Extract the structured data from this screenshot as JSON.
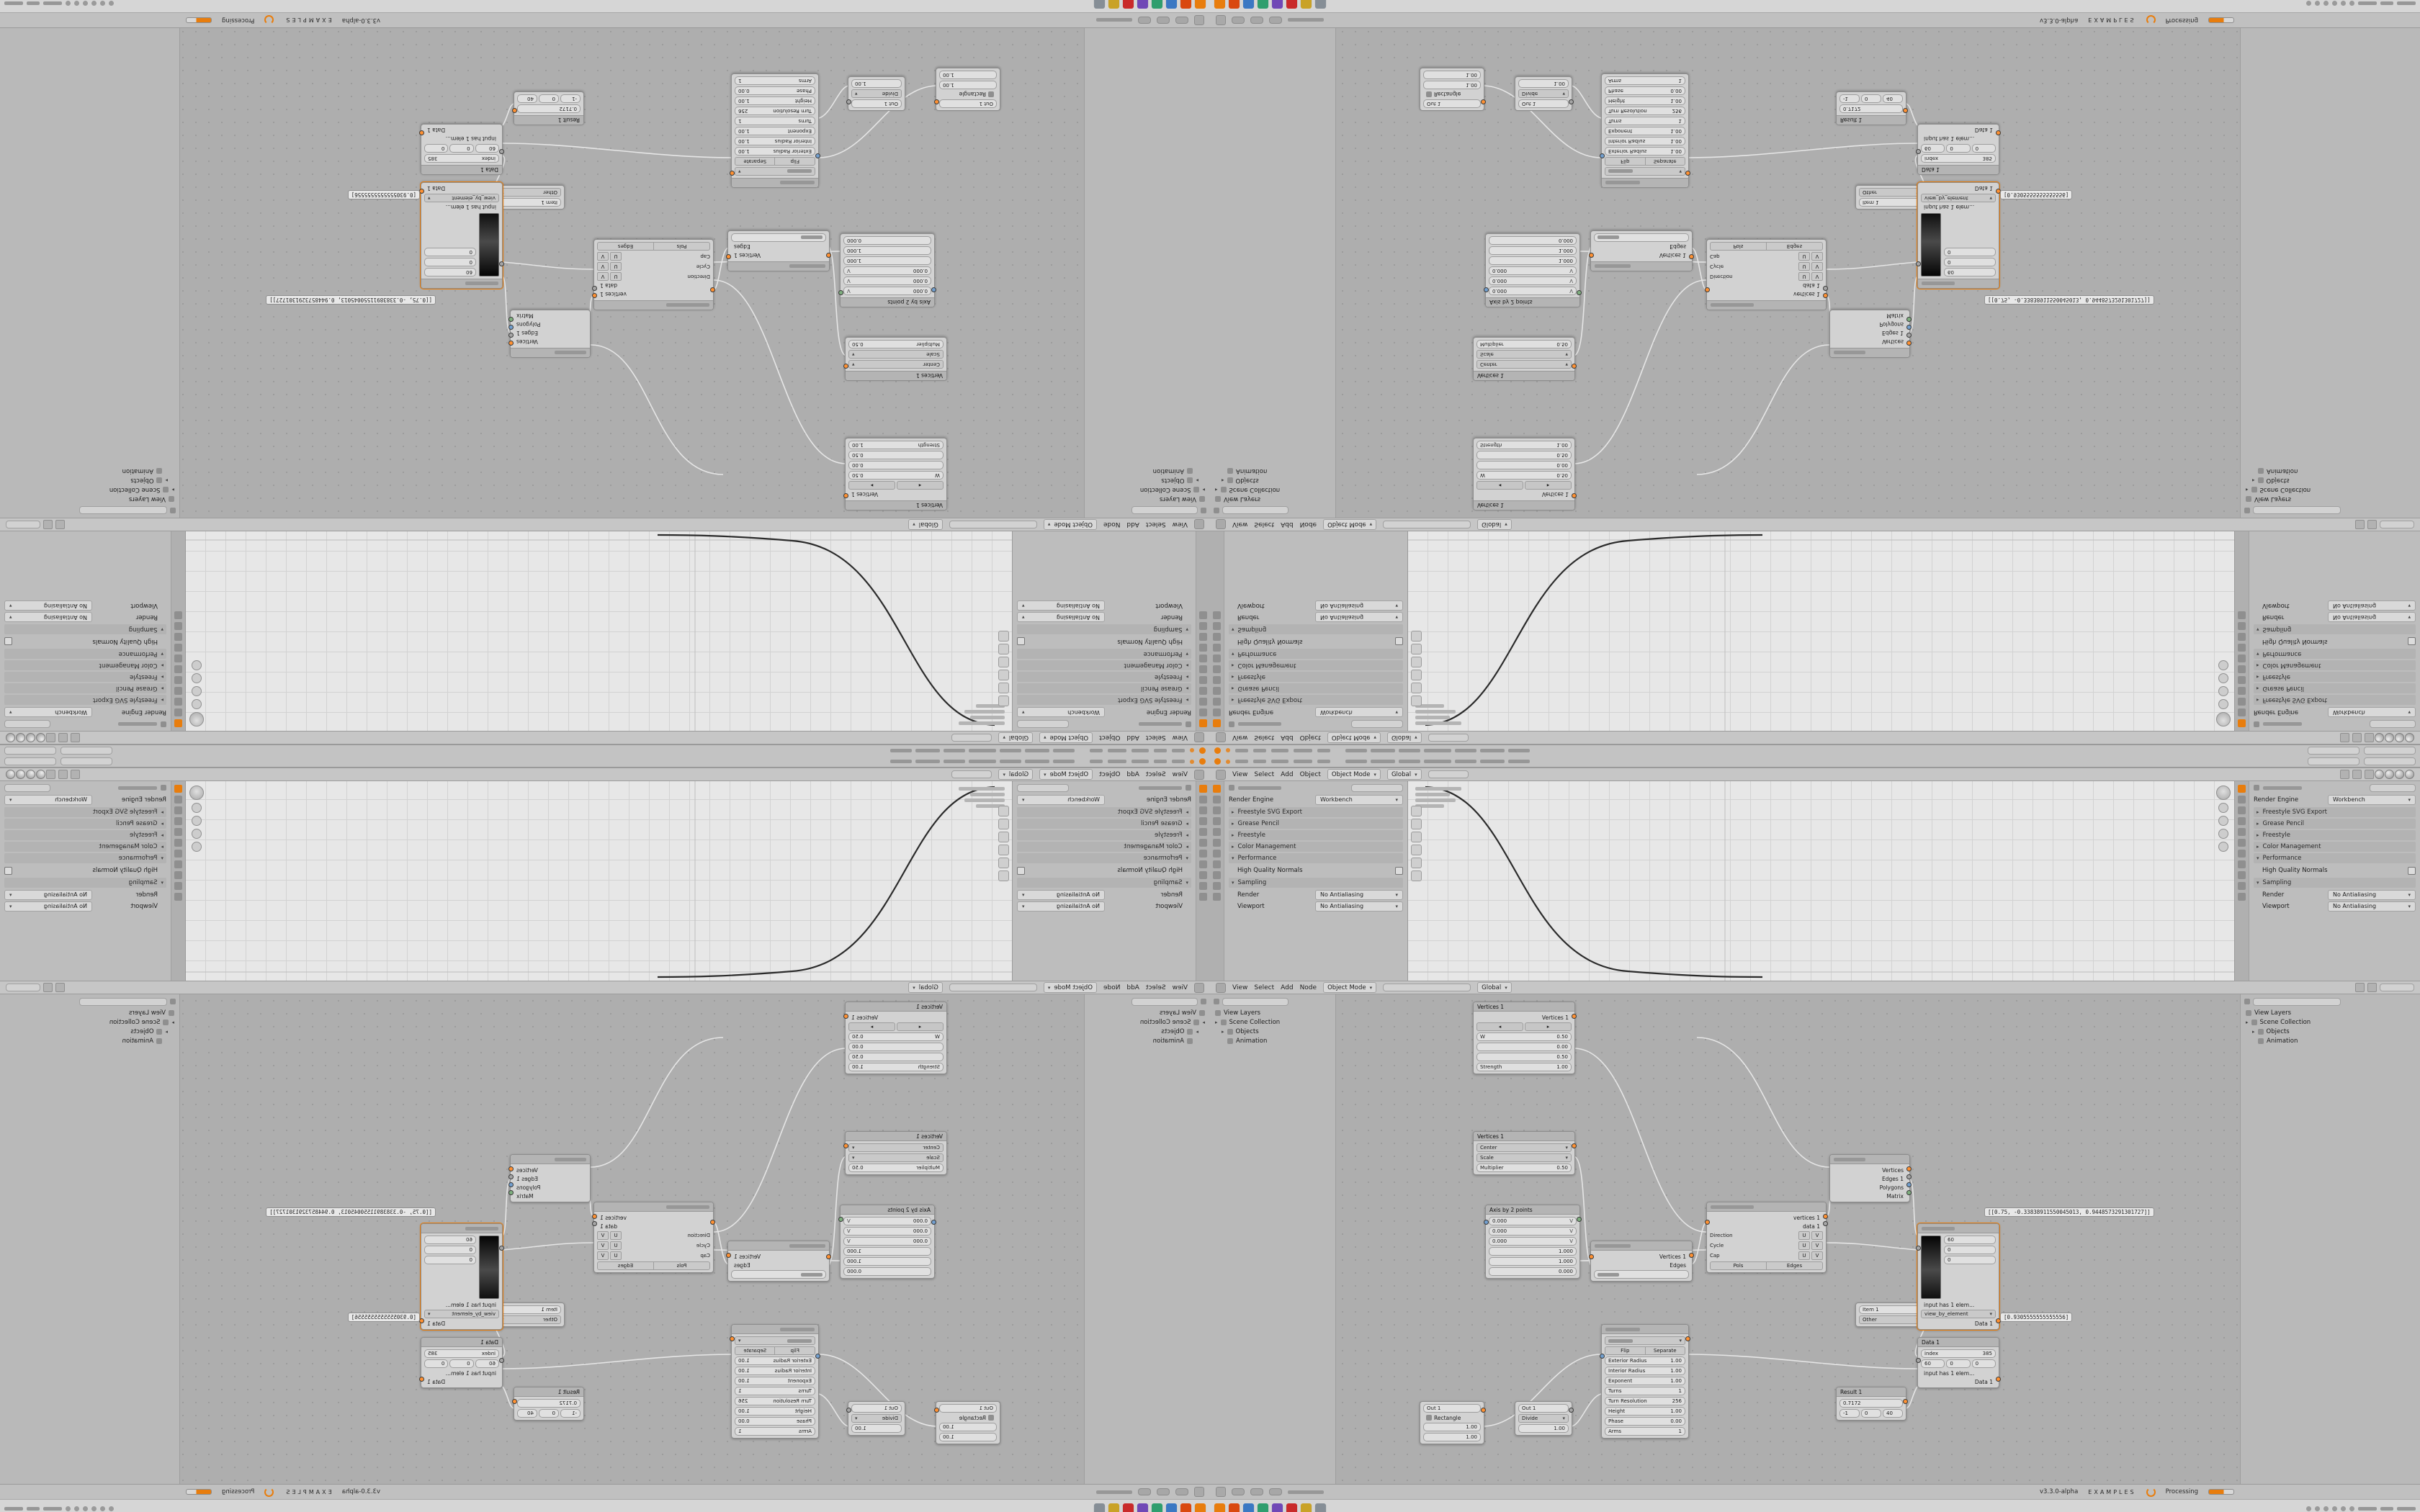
{
  "colors": {
    "accent": "#e87d0d",
    "taskbar_icons": [
      "#e87d0d",
      "#d9480f",
      "#3b78c3",
      "#2f9e6e",
      "#7048b6",
      "#c92a2a",
      "#c9a227",
      "#868e96"
    ]
  },
  "viewport_header": {
    "menus": [
      "View",
      "Select",
      "Add",
      "Object"
    ],
    "mode": "Object Mode",
    "orientation": "Global"
  },
  "node_header": {
    "menus": [
      "View",
      "Select",
      "Add",
      "Node"
    ],
    "mode": "Object Mode",
    "orientation": "Global"
  },
  "properties": {
    "render_engine_label": "Render Engine",
    "render_engine_value": "Workbench",
    "collapsed_sections": [
      "Freestyle SVG Export",
      "Grease Pencil",
      "Freestyle",
      "Color Management"
    ],
    "performance_label": "Performance",
    "high_quality_normals": "High Quality Normals",
    "sampling_label": "Sampling",
    "render_label": "Render",
    "render_value": "No Antialiasing",
    "viewport_label": "Viewport",
    "viewport_value": "No Antialiasing"
  },
  "outliner": {
    "items": [
      "View Layers",
      "Scene Collection",
      "Objects",
      "Animation"
    ]
  },
  "status": {
    "version": "v3.3.0-alpha",
    "file": "EXAMPLES",
    "activity": "Processing"
  },
  "annotations": {
    "vector": "[[0.75, -0.33838911550045013, 0.9448573291301727]]",
    "value": "[0.9305555555555556]"
  },
  "nodes": {
    "verts_a": {
      "title": "Vertices 1",
      "out": "Vertices 1",
      "w_label": "W",
      "w": "0.50",
      "f1": "0.00",
      "f2": "0.50",
      "strength_label": "Strength",
      "strength": "1.00"
    },
    "verts_b": {
      "title": "Vertices 1",
      "center": "Center",
      "scale": "Scale",
      "mult_label": "Multiplier",
      "mult": "0.50"
    },
    "axis": {
      "title": "Axis by 2 points",
      "v": [
        "0.000",
        "0.000",
        "0.000"
      ],
      "n": [
        "1.000",
        "1.000",
        "0.000"
      ]
    },
    "mesh": {
      "rows": [
        "Vertices 1",
        "Edges"
      ]
    },
    "uv": {
      "outs": [
        "vertices 1",
        "data 1"
      ],
      "rows": [
        "Direction",
        "Cycle",
        "Cap"
      ],
      "u": "U",
      "v": "V",
      "toggle": [
        "Pols",
        "Edges"
      ]
    },
    "list": {
      "rows": [
        "Vertices",
        "Edges 1",
        "Polygons",
        "Matrix"
      ]
    },
    "item": {
      "rows": [
        "Item 1",
        "Other"
      ]
    },
    "viewer": {
      "fields": [
        "60",
        "0",
        "0"
      ],
      "note": "input has 1 elem...",
      "mode": "view_by_element",
      "out": "Data 1"
    },
    "data": {
      "title": "Data 1",
      "index_label": "index",
      "index": "385",
      "fields": [
        "60",
        "0",
        "0"
      ],
      "note": "input has 1 elem...",
      "out": "Data 1"
    },
    "result": {
      "title": "Result 1",
      "value": "0.7172",
      "fields": [
        "-1",
        "0",
        "40"
      ]
    },
    "rect": {
      "out": "Out 1",
      "name": "Rectangle",
      "fields": [
        "1.00",
        "1.00"
      ]
    },
    "divide": {
      "out": "Out 1",
      "name": "Divide",
      "field": "1.00"
    },
    "spiral": {
      "toggle": [
        "Flip",
        "Separate"
      ],
      "fields": [
        [
          "Exterior Radius",
          "1.00"
        ],
        [
          "Interior Radius",
          "1.00"
        ],
        [
          "Exponent",
          "1.00"
        ],
        [
          "Turns",
          "1"
        ],
        [
          "Turn Resolution",
          "256"
        ],
        [
          "Height",
          "1.00"
        ],
        [
          "Phase",
          "0.00"
        ],
        [
          "Arms",
          "1"
        ]
      ]
    }
  }
}
